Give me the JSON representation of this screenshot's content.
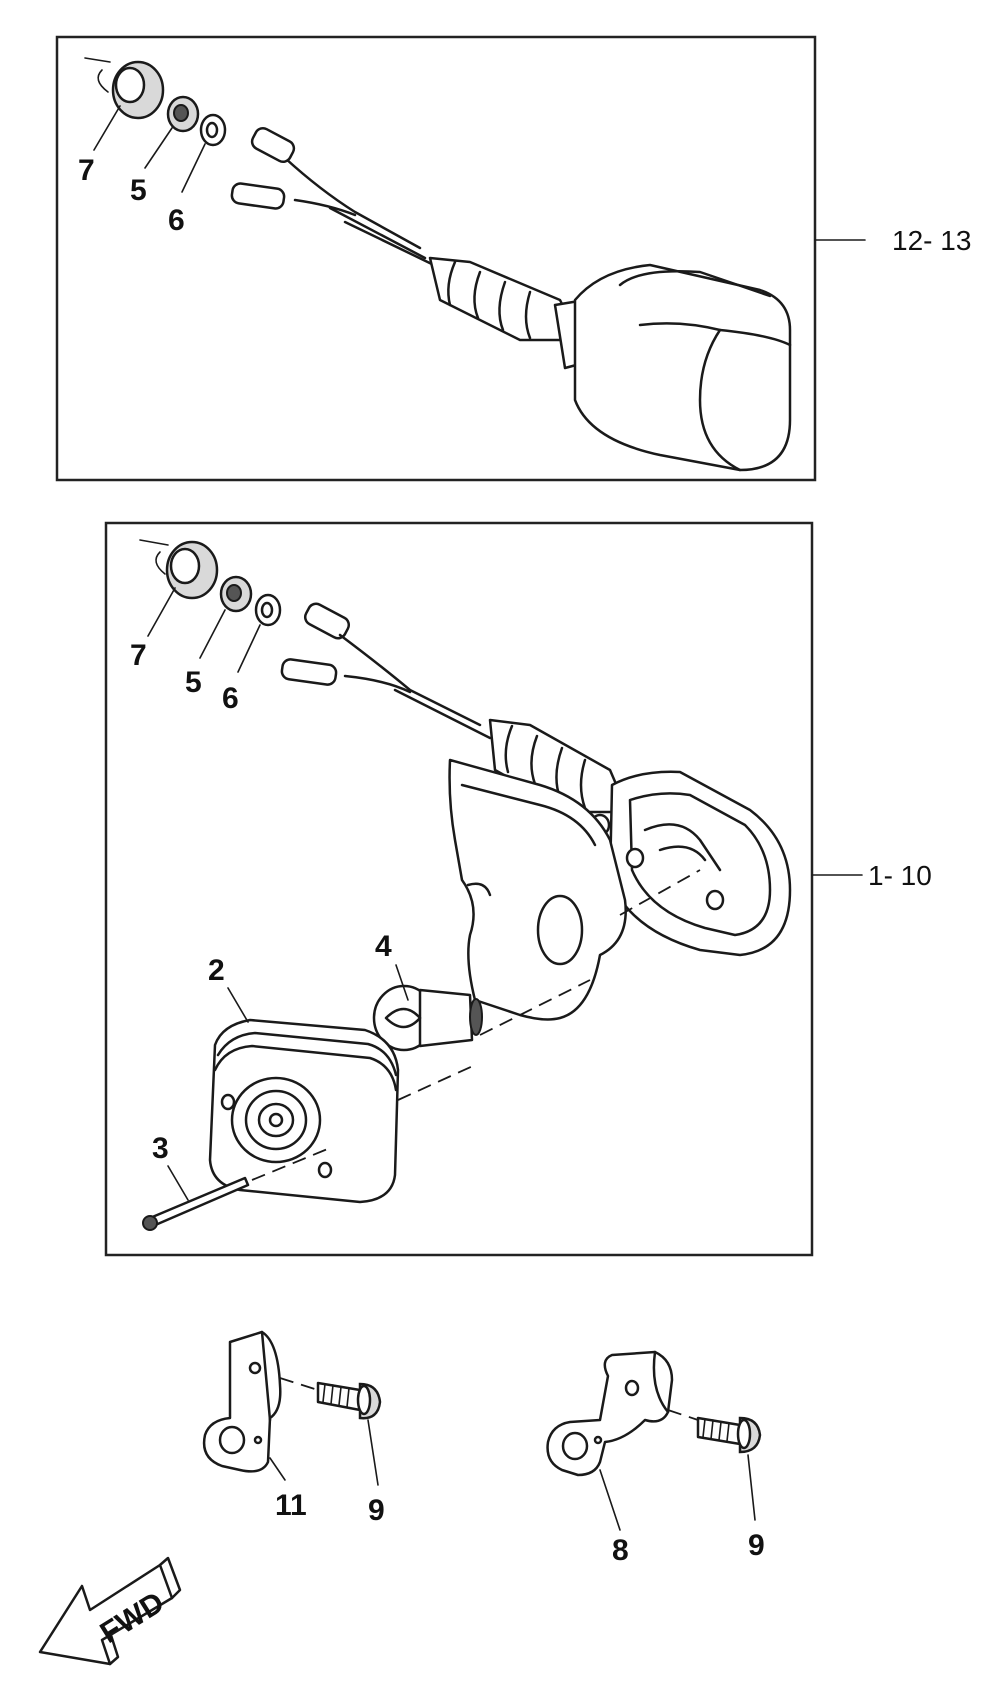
{
  "groups": {
    "top": "12- 13",
    "middle": "1- 10"
  },
  "callouts": {
    "top_7": "7",
    "top_5": "5",
    "top_6": "6",
    "mid_7": "7",
    "mid_5": "5",
    "mid_6": "6",
    "mid_2": "2",
    "mid_4": "4",
    "mid_3": "3",
    "bracket_left": "11",
    "bolt_left": "9",
    "bracket_right": "8",
    "bolt_right": "9"
  },
  "fwd_arrow": "FWD"
}
